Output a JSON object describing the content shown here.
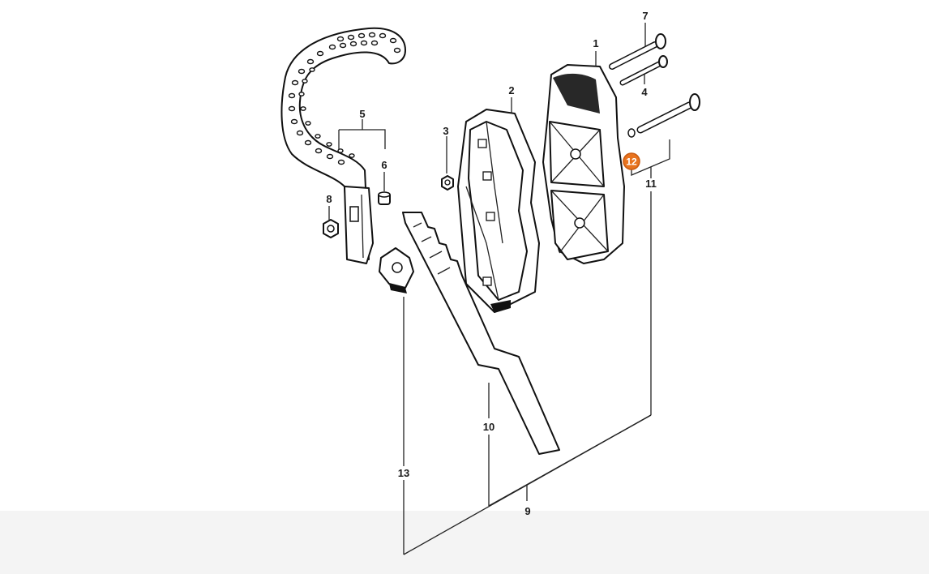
{
  "diagram": {
    "callouts": [
      {
        "id": "1",
        "label": "1"
      },
      {
        "id": "2",
        "label": "2"
      },
      {
        "id": "3",
        "label": "3"
      },
      {
        "id": "4",
        "label": "4"
      },
      {
        "id": "5",
        "label": "5"
      },
      {
        "id": "6",
        "label": "6"
      },
      {
        "id": "7",
        "label": "7"
      },
      {
        "id": "8",
        "label": "8"
      },
      {
        "id": "9",
        "label": "9"
      },
      {
        "id": "10",
        "label": "10"
      },
      {
        "id": "11",
        "label": "11"
      },
      {
        "id": "12",
        "label": "12"
      },
      {
        "id": "13",
        "label": "13"
      }
    ],
    "highlighted_callout": "12",
    "highlight_color": "#e8731e",
    "line_color": "#222222"
  }
}
